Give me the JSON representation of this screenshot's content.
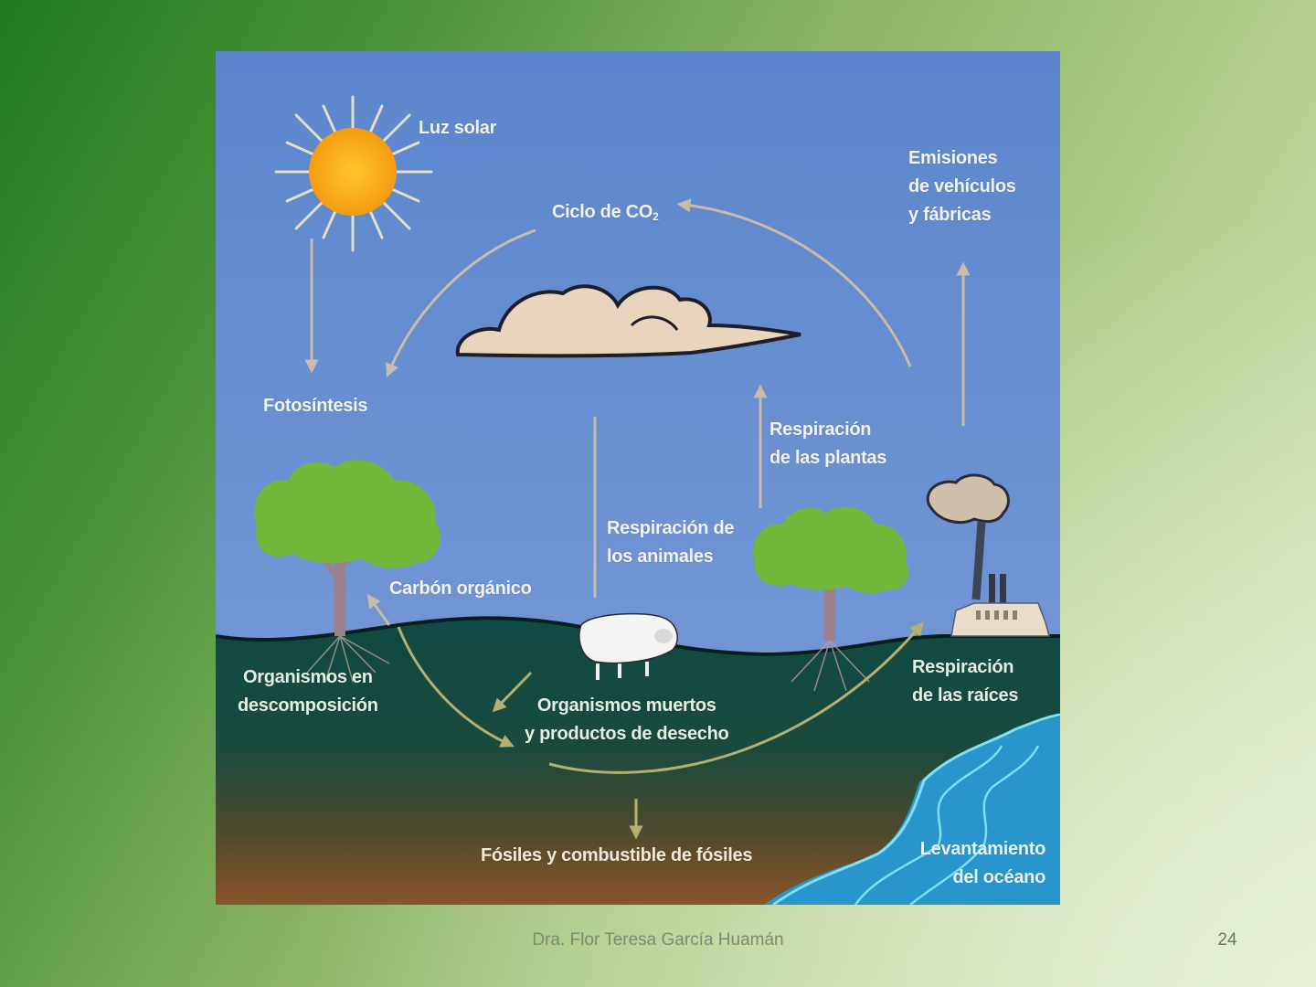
{
  "slide": {
    "footer_author": "Dra. Flor Teresa García Huamán",
    "page_number": "24",
    "colors": {
      "sky": "#5d86cc",
      "ground": "#0f4a44",
      "soil_bottom": "#8a5a2a",
      "ocean": "#2a9ad0",
      "tree_foliage": "#6fb52f",
      "sun": "#f7b21c",
      "cloud": "#e8d2b8",
      "arrow": "#c9b8a6"
    }
  },
  "diagram": {
    "title_label": "Ciclo de CO",
    "title_subscript": "2",
    "labels": {
      "sunlight": "Luz solar",
      "photosynthesis": "Fotosíntesis",
      "emissions": [
        "Emisiones",
        "de vehículos",
        "y fábricas"
      ],
      "plant_respiration": [
        "Respiración",
        "de las plantas"
      ],
      "animal_respiration": [
        "Respiración de",
        "los animales"
      ],
      "organic_carbon": "Carbón orgánico",
      "decomposing_organisms": [
        "Organismos en",
        "descomposición"
      ],
      "dead_organisms": [
        "Organismos muertos",
        "y productos de desecho"
      ],
      "root_respiration": [
        "Respiración",
        "de las raíces"
      ],
      "fossils": "Fósiles y combustible de fósiles",
      "ocean_uplift": [
        "Levantamiento",
        "del océano"
      ]
    },
    "icons": [
      "sun-icon",
      "cloud-icon",
      "tree-icon",
      "sheep-icon",
      "factory-icon",
      "ocean-icon"
    ]
  }
}
